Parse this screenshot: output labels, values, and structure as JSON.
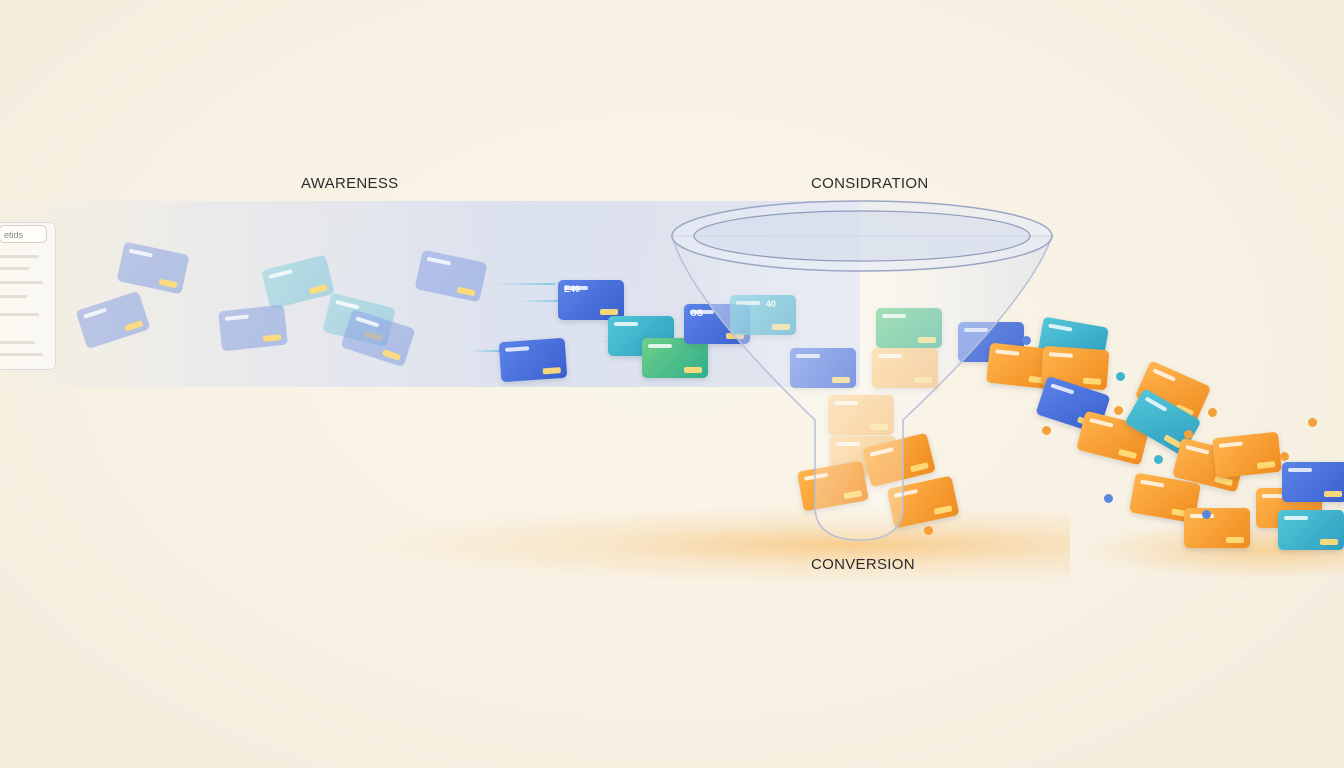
{
  "stages": {
    "awareness": "AWARENESS",
    "consideration": "CONSIDRATION",
    "conversion": "CONVERSION"
  },
  "side_panel": {
    "search_text": "etids"
  },
  "card_labels": {
    "card_1": "E40",
    "card_2": "OS",
    "card_3": "40"
  },
  "colors": {
    "background": "#f7f1e3",
    "accent_orange": "#f39a2b",
    "accent_blue": "#4a6fdc",
    "accent_teal": "#38b4cf",
    "accent_green": "#4cc48a"
  }
}
